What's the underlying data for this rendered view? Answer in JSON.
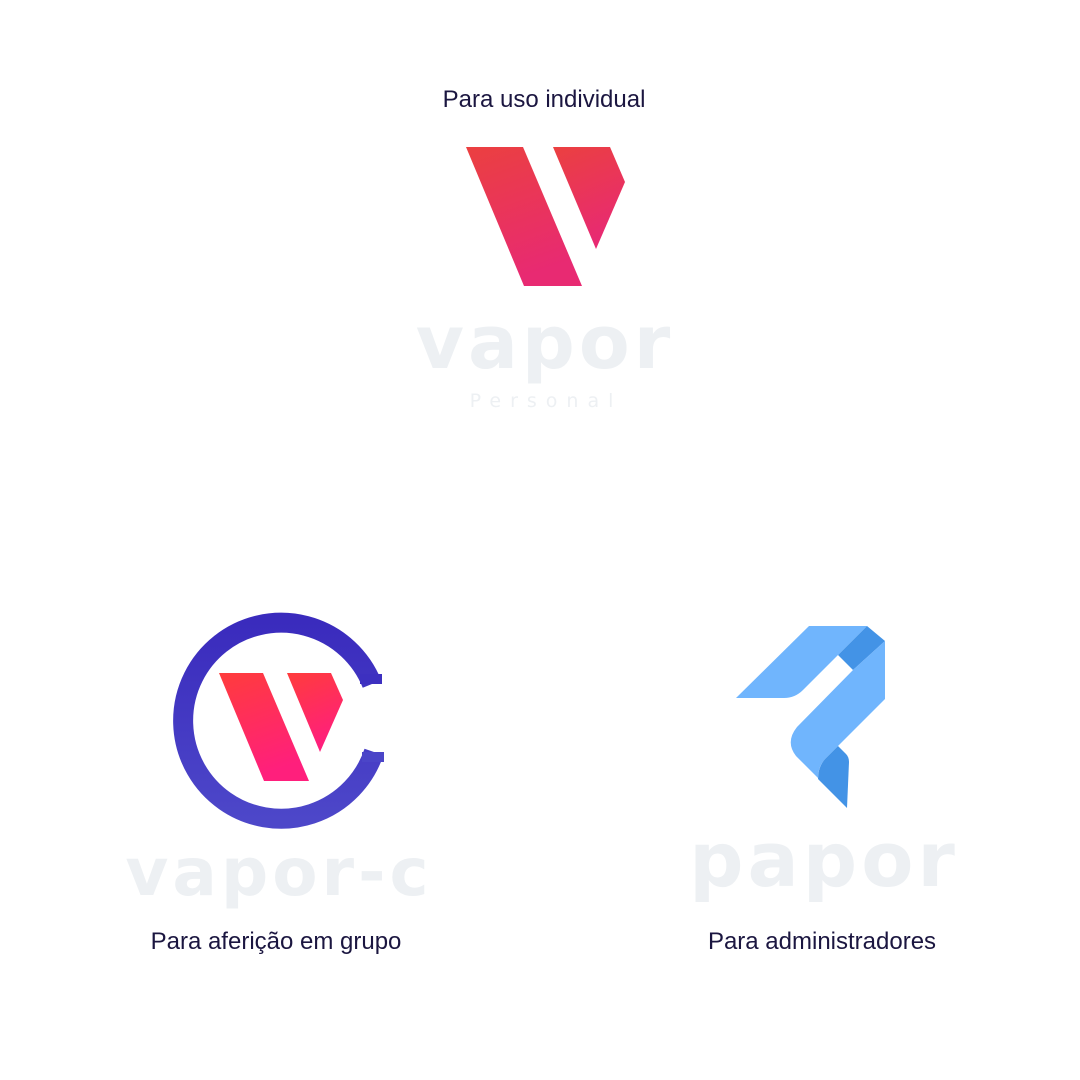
{
  "colors": {
    "caption": "#1b1640",
    "wordmark": "#edf0f3",
    "vapor_top": "#eb4040",
    "vapor_bottom": "#e82a72",
    "ring_top": "#3a2bbd",
    "ring_bottom": "#4d47c9",
    "vc_top": "#ff3c3c",
    "vc_bottom": "#ff1f7c",
    "papor_light": "#70b5fd",
    "papor_dark": "#4393e6"
  },
  "personal": {
    "caption": "Para uso individual",
    "wordmark": "vapor",
    "sub": "Personal"
  },
  "group": {
    "caption": "Para aferição em grupo",
    "wordmark": "vapor-c"
  },
  "admin": {
    "caption": "Para administradores",
    "wordmark": "papor"
  }
}
